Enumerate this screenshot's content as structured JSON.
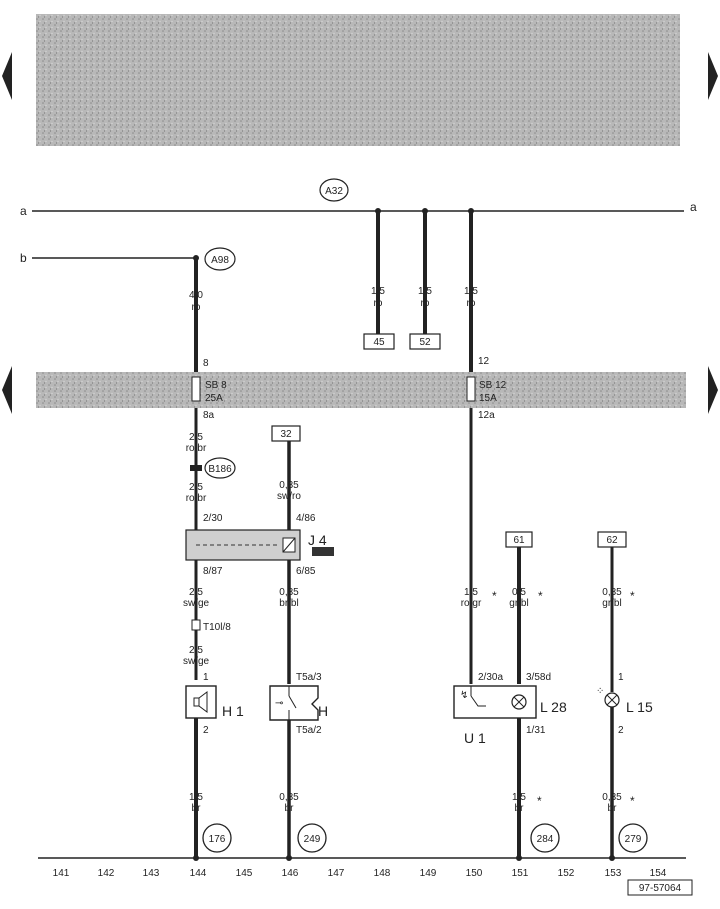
{
  "diagram": {
    "ref_a32": "A32",
    "ref_a98": "A98",
    "ref_b186": "B186",
    "bus_a": "a",
    "bus_b": "b",
    "wires": {
      "w144_top_size": "4,0",
      "w144_top_color": "ro",
      "w148_size": "1,5",
      "w148_color": "ro",
      "w149_size": "1,5",
      "w149_color": "ro",
      "w150_size": "1,5",
      "w150_color": "ro",
      "w144_a_size": "2,5",
      "w144_a_color": "ro/br",
      "w144_b_size": "2,5",
      "w144_b_color": "ro/br",
      "w146_a_size": "0,35",
      "w146_a_color": "sw/ro",
      "w144_c_size": "2,5",
      "w144_c_color": "sw/ge",
      "w146_b_size": "0,35",
      "w146_b_color": "br/bl",
      "w144_d_size": "2,5",
      "w144_d_color": "sw/ge",
      "w150_b_size": "1,5",
      "w150_b_color": "ro/gr",
      "w151_a_size": "0,5",
      "w151_a_color": "gr/bl",
      "w153_a_size": "0,35",
      "w153_a_color": "gr/bl",
      "w144_e_size": "1,5",
      "w144_e_color": "br",
      "w146_c_size": "0,35",
      "w146_c_color": "br",
      "w151_b_size": "1,5",
      "w151_b_color": "br",
      "w153_b_size": "0,35",
      "w153_b_color": "br"
    },
    "boxes": {
      "b45": "45",
      "b52": "52",
      "b32": "32",
      "b61": "61",
      "b62": "62"
    },
    "fuses": {
      "sb8_name": "SB 8",
      "sb8_rating": "25A",
      "sb8_in": "8",
      "sb8_out": "8a",
      "sb12_name": "SB 12",
      "sb12_rating": "15A",
      "sb12_in": "12",
      "sb12_out": "12a"
    },
    "relay": {
      "name": "J 4",
      "pin_230": "2/30",
      "pin_486": "4/86",
      "pin_887": "8/87",
      "pin_685": "6/85"
    },
    "connectors": {
      "t10": "T10l/8",
      "t5a3": "T5a/3",
      "t5a2": "T5a/2"
    },
    "components": {
      "h1": "H 1",
      "h1_pin1": "1",
      "h1_pin2": "2",
      "h": "H",
      "u1": "U 1",
      "u1_pin1": "2/30a",
      "u1_pin2": "3/58d",
      "u1_pin3": "1/31",
      "l28": "L 28",
      "l15": "L 15",
      "l15_pin1": "1",
      "l15_pin2": "2"
    },
    "star": "*",
    "grounds": {
      "g176": "176",
      "g249": "249",
      "g284": "284",
      "g279": "279"
    },
    "columns": [
      "141",
      "142",
      "143",
      "144",
      "145",
      "146",
      "147",
      "148",
      "149",
      "150",
      "151",
      "152",
      "153",
      "154"
    ],
    "doc_number": "97-57064"
  }
}
